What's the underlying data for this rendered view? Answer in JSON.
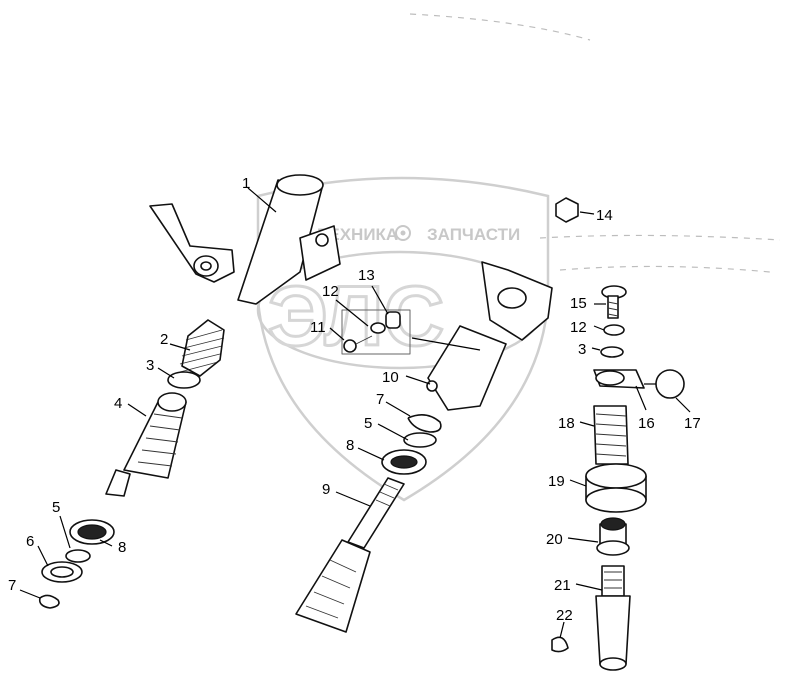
{
  "watermark": {
    "brand_left": "ТЕХНИКА",
    "brand_right": "ЗАПЧАСТИ",
    "monogram": "ЭЛС"
  },
  "callouts": [
    "1",
    "2",
    "3",
    "4",
    "5",
    "6",
    "7",
    "8",
    "5",
    "7",
    "8",
    "9",
    "10",
    "11",
    "12",
    "13",
    "14",
    "15",
    "12",
    "3",
    "16",
    "17",
    "18",
    "19",
    "20",
    "21",
    "22"
  ]
}
